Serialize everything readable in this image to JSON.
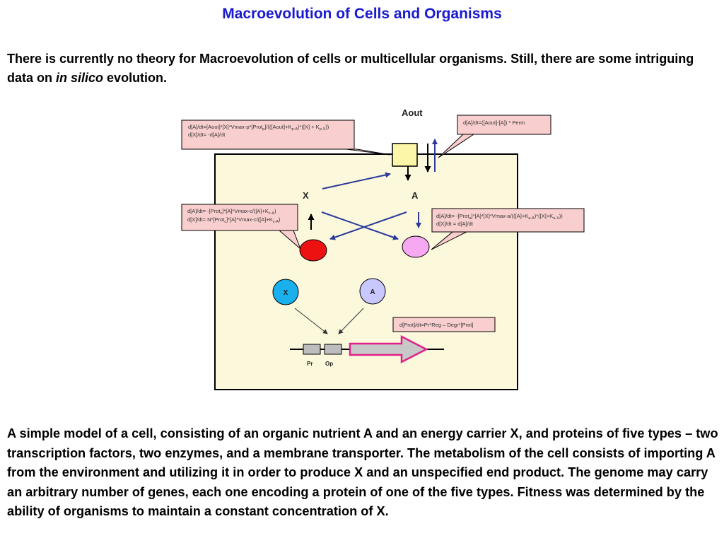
{
  "slide": {
    "title": "Macroevolution of Cells and Organisms",
    "intro_part1": "There is currently no theory for Macroevolution of cells or multicellular organisms. Still, there are some intriguing data on ",
    "intro_italic": "in silico",
    "intro_part2": " evolution.",
    "caption": "A simple model of a cell, consisting of an organic nutrient A and an energy carrier X, and proteins of five types – two transcription factors, two enzymes, and a membrane transporter. The metabolism of the cell consists of importing A from the environment and utilizing it in order to produce X and an unspecified end product. The genome may carry an arbitrary number of genes, each one encoding a protein of one of the five types. Fitness was determined by the ability of organisms to maintain a constant concentration of X."
  },
  "diagram": {
    "aout_label": "Aout",
    "x_label": "X",
    "a_label": "A",
    "x_circle_label": "X",
    "a_circle_label": "A",
    "pr_label": "Pr",
    "op_label": "Op",
    "eq_transport_1": "d[A]/dt=[Aout]*[X]*Vmax-p*[Prot",
    "eq_transport_1_sub": "p",
    "eq_transport_1_end": "]/(([Aout]+K",
    "eq_transport_1_sub2": "p-A",
    "eq_transport_1_end2": ")*([X] + K",
    "eq_transport_1_sub3": "p-X",
    "eq_transport_1_end3": "))",
    "eq_transport_2": "d[X]/dt= -d[A]/dt",
    "eq_perm": "d[A]/dt=([Aout]-[A]) * Perm",
    "eq_enzc_1": "d[A]/dt= -[Prot",
    "eq_enzc_1_sub": "c",
    "eq_enzc_1_end": "]*[A]*Vmax-c/([A]+K",
    "eq_enzc_1_sub2": "c-A",
    "eq_enzc_1_end2": ")",
    "eq_enzc_2": "d[X]/dt= N*[Prot",
    "eq_enzc_2_sub": "c",
    "eq_enzc_2_end": "]*[A]*Vmax-c/([A]+K",
    "eq_enzc_2_sub2": "c-A",
    "eq_enzc_2_end2": ")",
    "eq_enza_1": "d[A]/dt= -[Prot",
    "eq_enza_1_sub": "a",
    "eq_enza_1_end": "]*[A]*[X]*Vmax-a/(([A]+K",
    "eq_enza_1_sub2": "a-A",
    "eq_enza_1_end2": ")*([X]+K",
    "eq_enza_1_sub3": "a-X",
    "eq_enza_1_end3": "))",
    "eq_enza_2": "d[X]/dt = d[A]/dt",
    "eq_prot": "d[Prot]/dt=Pr*Reg – Degr*[Prot]",
    "colors": {
      "cell_fill": "#fbf8dc",
      "callout_fill": "#f9cece",
      "transporter_fill": "#fcf6a8",
      "red_enzyme": "#ee1111",
      "pink_enzyme": "#f7a8f2",
      "x_circle": "#1ab0ee",
      "a_circle": "#c8c8ff",
      "arrow_blue": "#2b3a9a",
      "gene_arrow_fill": "#c8c8c8",
      "gene_arrow_stroke": "#e0208a"
    }
  }
}
